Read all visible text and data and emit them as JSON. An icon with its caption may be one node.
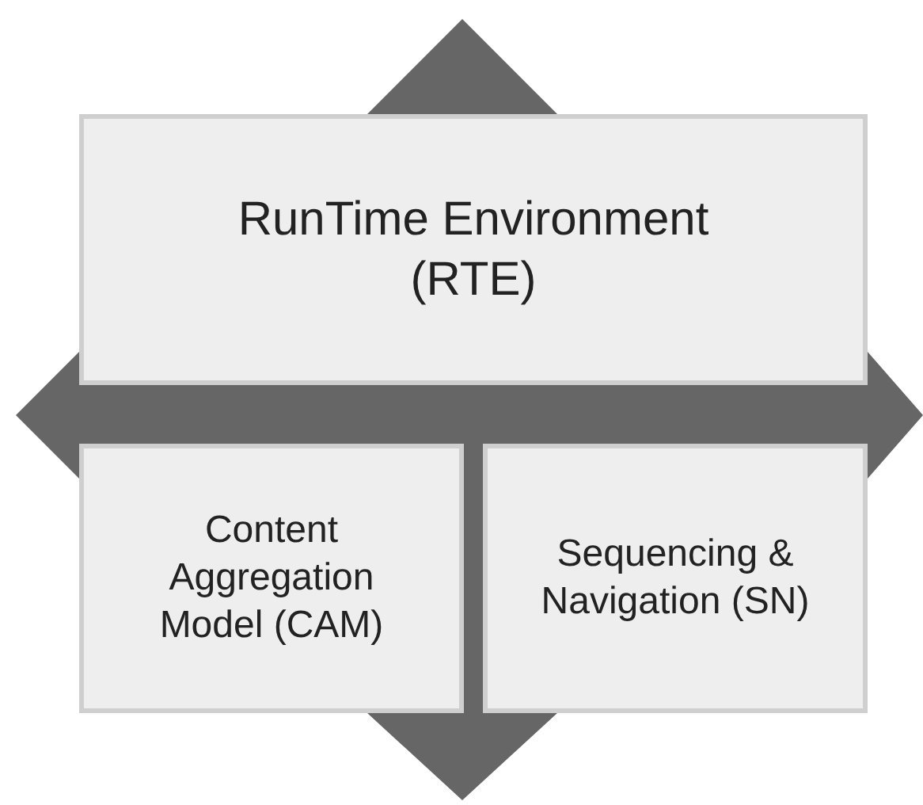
{
  "diagram": {
    "nodes": [
      {
        "text": [
          "RunTime Environment (RTE)"
        ]
      },
      {
        "text": [
          "Content Aggregation Model (CAM)"
        ]
      },
      {
        "text": [
          "Sequencing & Navigation (SN)"
        ]
      }
    ]
  }
}
